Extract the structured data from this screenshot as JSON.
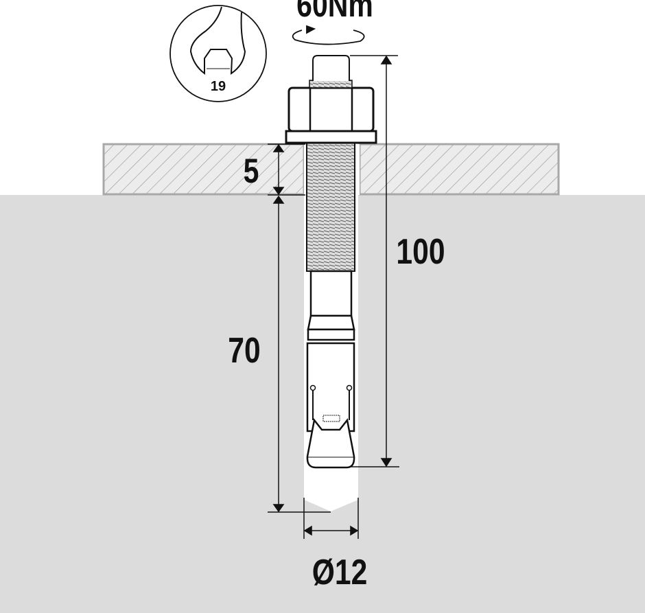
{
  "title": "Wedge anchor installation diagram",
  "labels": {
    "torque": "60Nm",
    "wrench_size": "19",
    "fixture_thickness": "5",
    "total_length": "100",
    "embedment_depth": "70",
    "diameter": "Ø12"
  },
  "colors": {
    "concrete": "#dcdcdc",
    "plate_fill": "#ececec",
    "plate_border": "#a8a8a8",
    "line": "#111111"
  }
}
